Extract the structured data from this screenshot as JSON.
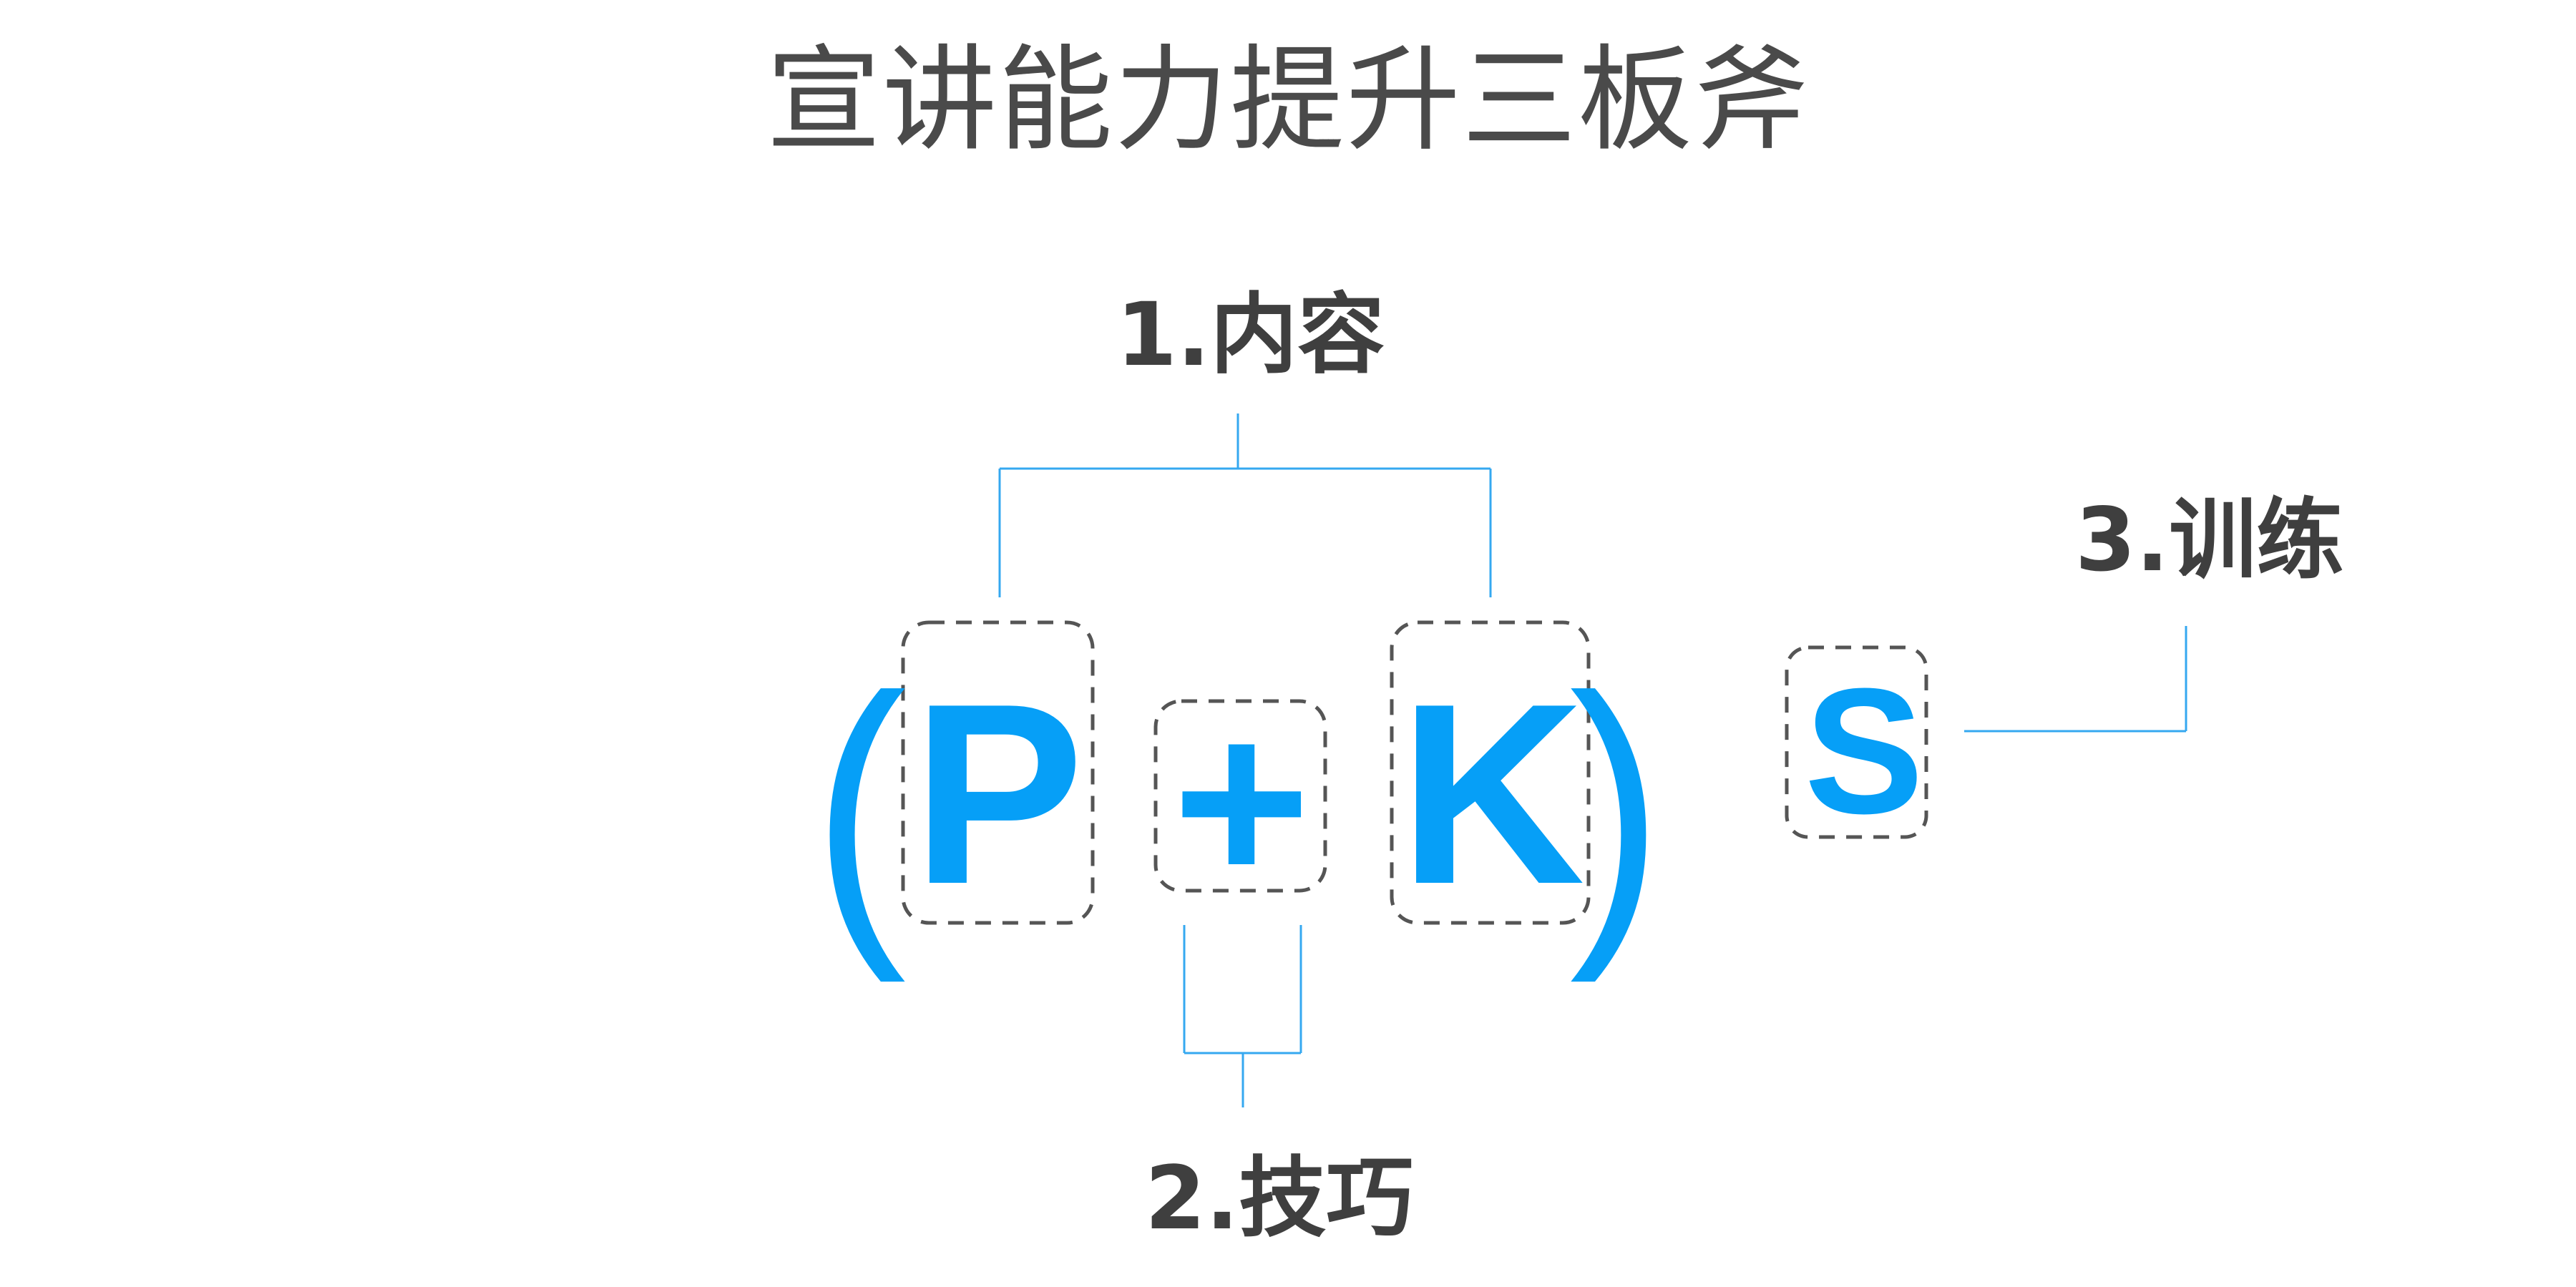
{
  "title": "宣讲能力提升三板斧",
  "labels": {
    "content": "1.内容",
    "technique": "2.技巧",
    "training": "3.训练"
  },
  "formula": {
    "open_paren": "(",
    "p": "P",
    "plus": "+",
    "k": "K",
    "close_paren": ")",
    "s": "S"
  },
  "colors": {
    "accent": "#069ff7",
    "connector": "#35a8f0",
    "dashed_box": "#555555",
    "text": "#3f3f3f"
  }
}
